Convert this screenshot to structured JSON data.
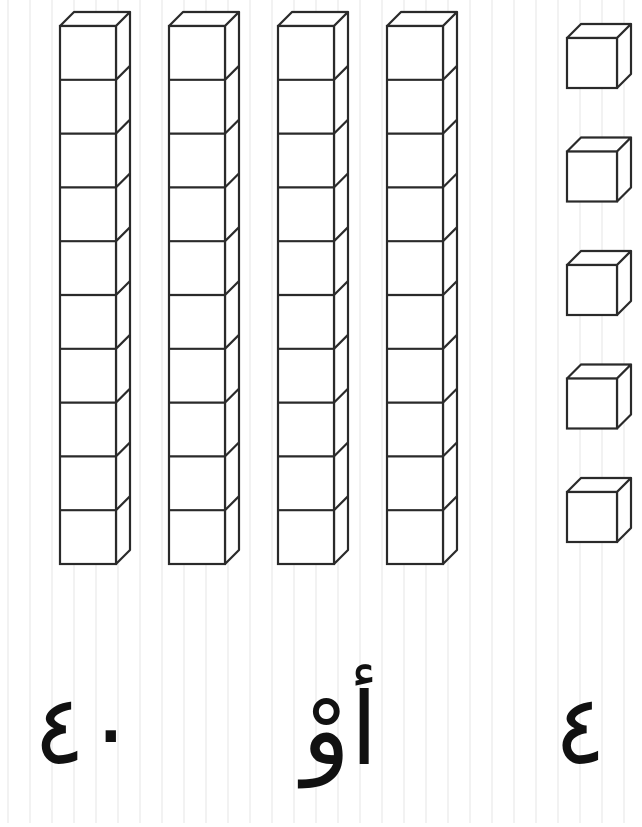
{
  "figure": {
    "tens_rods": 4,
    "cubes_per_rod": 10,
    "ones_cubes": 5,
    "colors": {
      "background": "#ffffff",
      "stroke": "#2a2a2a",
      "face": "#ffffff",
      "side": "#ffffff",
      "guide": "#e6e6e6"
    }
  },
  "labels": {
    "forty": "٤٠",
    "or": "أوْ",
    "four": "٤"
  }
}
